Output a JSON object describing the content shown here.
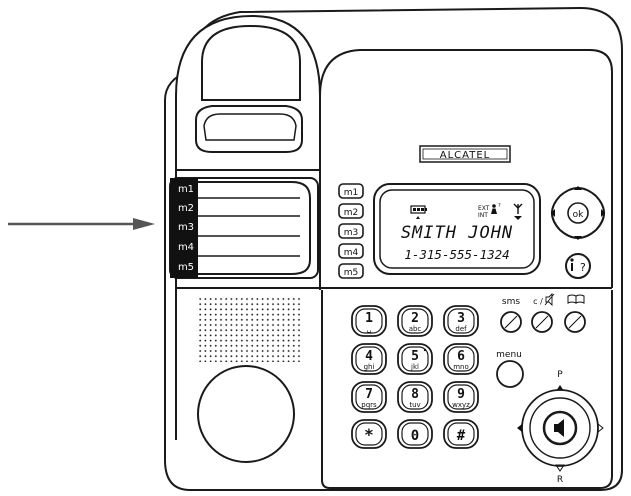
{
  "brand": "ALCATEL",
  "memory_labels": [
    "m1",
    "m2",
    "m3",
    "m4",
    "m5"
  ],
  "display": {
    "ext_int_top": "EXT",
    "ext_int_bottom": "INT",
    "name": "SMITH JOHN",
    "number": "1-315-555-1324"
  },
  "nav": {
    "center": "ok"
  },
  "soft_keys": {
    "sms": "sms",
    "mute": "c / ",
    "book": ""
  },
  "menu_key": "menu",
  "keypad": [
    {
      "digit": "1",
      "letters": "␣"
    },
    {
      "digit": "2",
      "letters": "abc"
    },
    {
      "digit": "3",
      "letters": "def"
    },
    {
      "digit": "4",
      "letters": "ghi"
    },
    {
      "digit": "5",
      "letters": "jkl"
    },
    {
      "digit": "6",
      "letters": "mno"
    },
    {
      "digit": "7",
      "letters": "pqrs"
    },
    {
      "digit": "8",
      "letters": "tuv"
    },
    {
      "digit": "9",
      "letters": "wxyz"
    },
    {
      "digit": "*",
      "letters": ""
    },
    {
      "digit": "0",
      "letters": ""
    },
    {
      "digit": "#",
      "letters": ""
    }
  ],
  "volume_pad": {
    "top": "P",
    "bottom": "R"
  },
  "colors": {
    "stroke": "#1a1a1a",
    "arrow": "#555555",
    "label_bg": "#111111",
    "label_text": "#ffffff"
  }
}
